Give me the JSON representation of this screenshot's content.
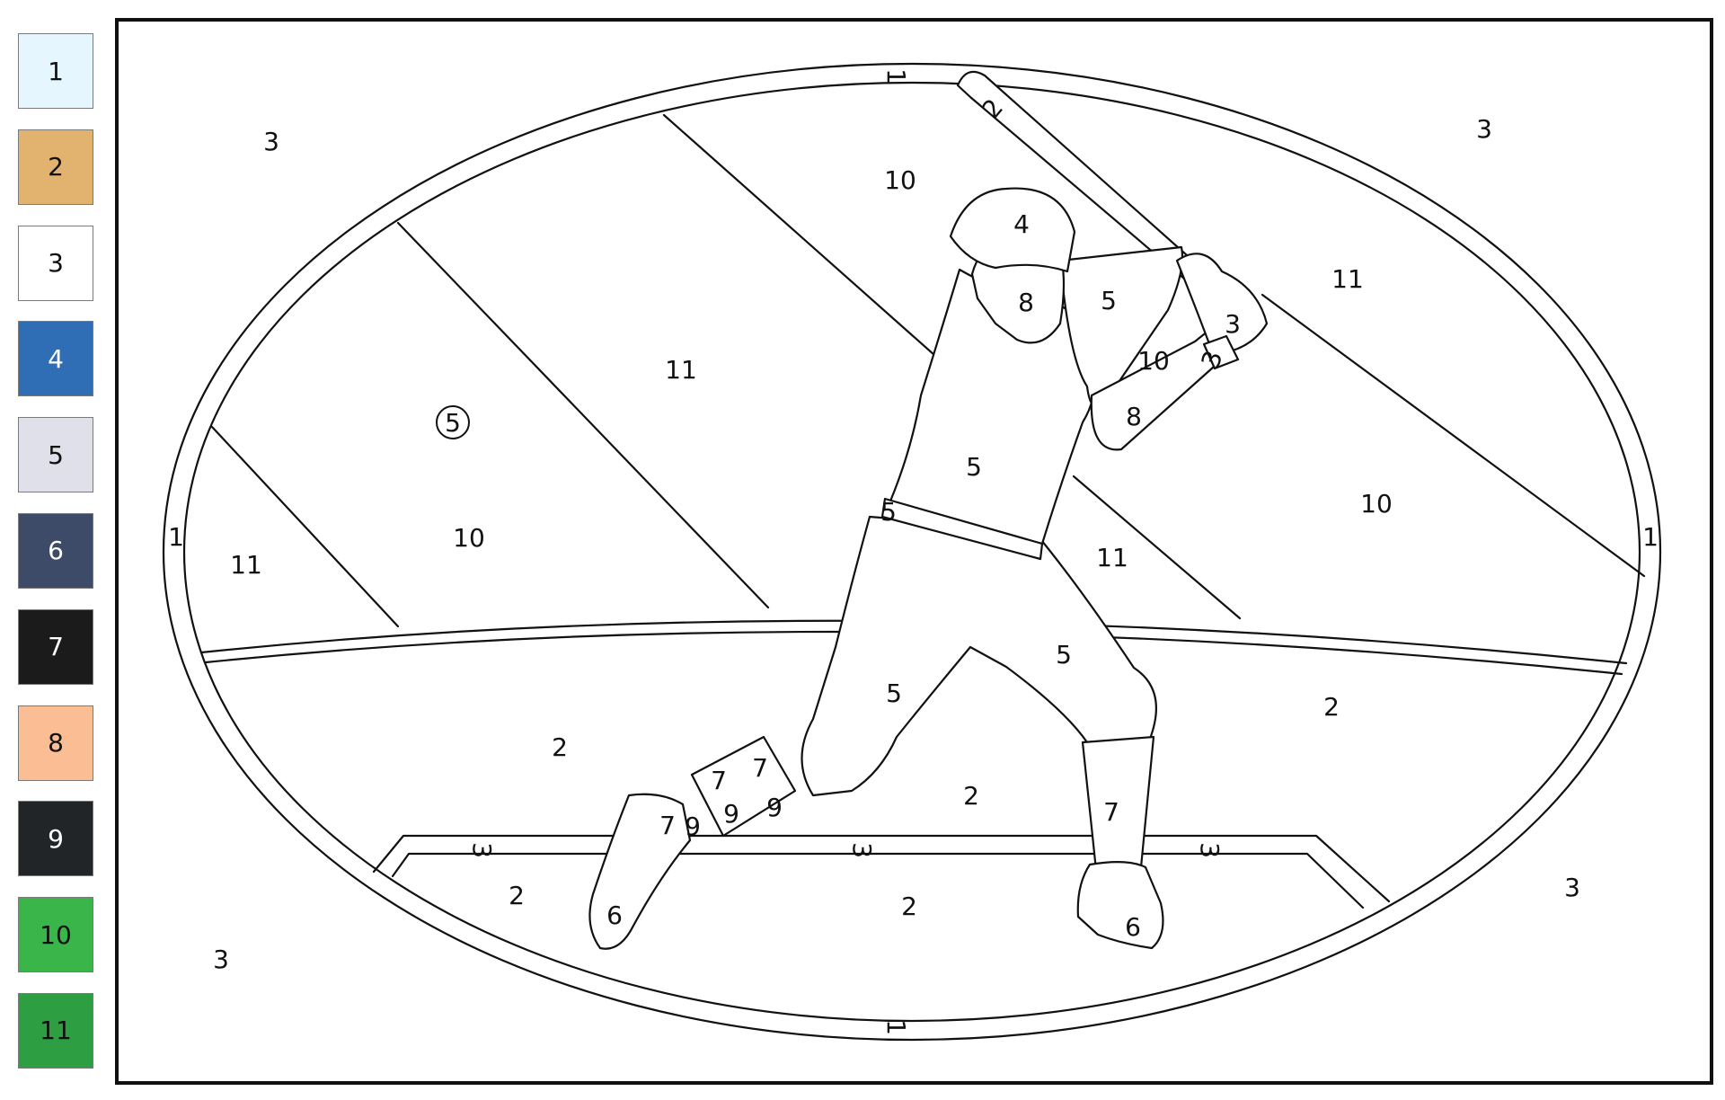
{
  "palette": [
    {
      "number": "1",
      "color": "#e6f6ff",
      "text_color": "#111111"
    },
    {
      "number": "2",
      "color": "#e2b26f",
      "text_color": "#111111"
    },
    {
      "number": "3",
      "color": "#ffffff",
      "text_color": "#111111"
    },
    {
      "number": "4",
      "color": "#2f6eb5",
      "text_color": "#ffffff"
    },
    {
      "number": "5",
      "color": "#e0e0ea",
      "text_color": "#111111"
    },
    {
      "number": "6",
      "color": "#3d4a68",
      "text_color": "#ffffff"
    },
    {
      "number": "7",
      "color": "#1b1b1b",
      "text_color": "#ffffff"
    },
    {
      "number": "8",
      "color": "#fbbd93",
      "text_color": "#111111"
    },
    {
      "number": "9",
      "color": "#222528",
      "text_color": "#ffffff"
    },
    {
      "number": "10",
      "color": "#39b54a",
      "text_color": "#111111"
    },
    {
      "number": "11",
      "color": "#2e9e43",
      "text_color": "#111111"
    }
  ],
  "regions": {
    "corner_top_left": "3",
    "corner_top_right": "3",
    "corner_bottom_left": "3",
    "corner_bottom_right": "3",
    "frame_top": "1",
    "frame_bottom": "1",
    "frame_left": "1",
    "frame_right": "1",
    "stripe_top_center": "10",
    "stripe_upper_left": "11",
    "stripe_selected": "5",
    "stripe_left_mid": "10",
    "stripe_far_left": "11",
    "stripe_right_upper": "11",
    "stripe_right_lower": "10",
    "stripe_center_right": "11",
    "field_left": "2",
    "field_right": "2",
    "field_center": "2",
    "plate_left": "2",
    "plate_center": "2",
    "plate_edge_left": "3",
    "plate_edge_center": "3",
    "plate_edge_right": "3",
    "bat": "2",
    "helmet": "4",
    "face": "8",
    "shoulder": "5",
    "sleeve": "10",
    "glove": "3",
    "wristband": "3",
    "forearm": "8",
    "jersey": "5",
    "belt_loop": "5",
    "pants_rear": "5",
    "pants_front": "5",
    "sock_front": "7",
    "shin_guard_a": "7",
    "shin_guard_b": "7",
    "shin_guard_c": "7",
    "shin_strap_a": "9",
    "shin_strap_b": "9",
    "shin_strap_c": "9",
    "shoe_rear": "6",
    "shoe_front": "6"
  }
}
